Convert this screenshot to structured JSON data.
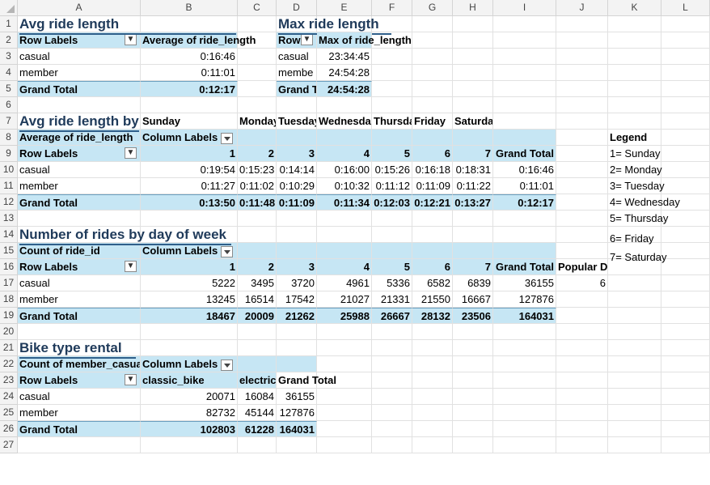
{
  "columns": [
    "A",
    "B",
    "C",
    "D",
    "E",
    "F",
    "G",
    "H",
    "I",
    "J",
    "K",
    "L"
  ],
  "rows": [
    "1",
    "2",
    "3",
    "4",
    "5",
    "6",
    "7",
    "8",
    "9",
    "10",
    "11",
    "12",
    "13",
    "14",
    "15",
    "16",
    "17",
    "18",
    "19",
    "20",
    "21",
    "22",
    "23",
    "24",
    "25",
    "26",
    "27"
  ],
  "sheet": {
    "avg_ride": {
      "title": "Avg ride length",
      "hdr_row_labels": "Row Labels",
      "hdr_value": "Average of ride_length",
      "rows": [
        {
          "label": "casual",
          "value": "0:16:46"
        },
        {
          "label": "member",
          "value": "0:11:01"
        }
      ],
      "total_label": "Grand Total",
      "total_value": "0:12:17"
    },
    "max_ride": {
      "title": "Max ride length",
      "hdr_row_labels": "Row",
      "hdr_value": "Max of ride_length",
      "rows": [
        {
          "label": "casual",
          "value": "23:34:45"
        },
        {
          "label": "membe",
          "value": "24:54:28"
        }
      ],
      "total_label": "Grand T",
      "total_value": "24:54:28"
    },
    "avg_by_day": {
      "title": "Avg ride length by",
      "day_names": [
        "Sunday",
        "Monday",
        "Tuesday",
        "Wednesday",
        "Thursday",
        "Friday",
        "Saturday"
      ],
      "value_label": "Average of ride_length",
      "col_labels": "Column Labels",
      "row_labels": "Row Labels",
      "day_numbers": [
        "1",
        "2",
        "3",
        "4",
        "5",
        "6",
        "7"
      ],
      "grand_total": "Grand Total",
      "rows": [
        {
          "label": "casual",
          "values": [
            "0:19:54",
            "0:15:23",
            "0:14:14",
            "0:16:00",
            "0:15:26",
            "0:16:18",
            "0:18:31"
          ],
          "total": "0:16:46"
        },
        {
          "label": "member",
          "values": [
            "0:11:27",
            "0:11:02",
            "0:10:29",
            "0:10:32",
            "0:11:12",
            "0:11:09",
            "0:11:22"
          ],
          "total": "0:11:01"
        }
      ],
      "total_row": {
        "label": "Grand Total",
        "values": [
          "0:13:50",
          "0:11:48",
          "0:11:09",
          "0:11:34",
          "0:12:03",
          "0:12:21",
          "0:13:27"
        ],
        "total": "0:12:17"
      }
    },
    "rides_by_day": {
      "title": "Number of rides by day of week",
      "value_label": "Count of ride_id",
      "col_labels": "Column Labels",
      "row_labels": "Row Labels",
      "day_numbers": [
        "1",
        "2",
        "3",
        "4",
        "5",
        "6",
        "7"
      ],
      "grand_total": "Grand Total",
      "popular_day_label": "Popular Day",
      "popular_day_value": "6",
      "rows": [
        {
          "label": "casual",
          "values": [
            "5222",
            "3495",
            "3720",
            "4961",
            "5336",
            "6582",
            "6839"
          ],
          "total": "36155"
        },
        {
          "label": "member",
          "values": [
            "13245",
            "16514",
            "17542",
            "21027",
            "21331",
            "21550",
            "16667"
          ],
          "total": "127876"
        }
      ],
      "total_row": {
        "label": "Grand Total",
        "values": [
          "18467",
          "20009",
          "21262",
          "25988",
          "26667",
          "28132",
          "23506"
        ],
        "total": "164031"
      }
    },
    "bike_type": {
      "title": "Bike type rental",
      "value_label": "Count of member_casual",
      "col_labels": "Column Labels",
      "row_labels": "Row Labels",
      "types": [
        "classic_bike",
        "electric_bike"
      ],
      "grand_total": "Grand Total",
      "rows": [
        {
          "label": "casual",
          "values": [
            "20071",
            "16084"
          ],
          "total": "36155"
        },
        {
          "label": "member",
          "values": [
            "82732",
            "45144"
          ],
          "total": "127876"
        }
      ],
      "total_row": {
        "label": "Grand Total",
        "values": [
          "102803",
          "61228"
        ],
        "total": "164031"
      }
    },
    "legend": {
      "title": "Legend",
      "items": [
        "1= Sunday",
        "2= Monday",
        "3= Tuesday",
        "4= Wednesday",
        "5= Thursday",
        "6= Friday",
        "7= Saturday"
      ]
    }
  },
  "colors": {
    "pivot_blue": "#c6e6f4",
    "title_text": "#1f3a5a",
    "title_underline": "#2f5f8a"
  },
  "icons": {
    "filter_button": "filter-dropdown-icon",
    "dropdown_button": "chevron-down-icon"
  }
}
